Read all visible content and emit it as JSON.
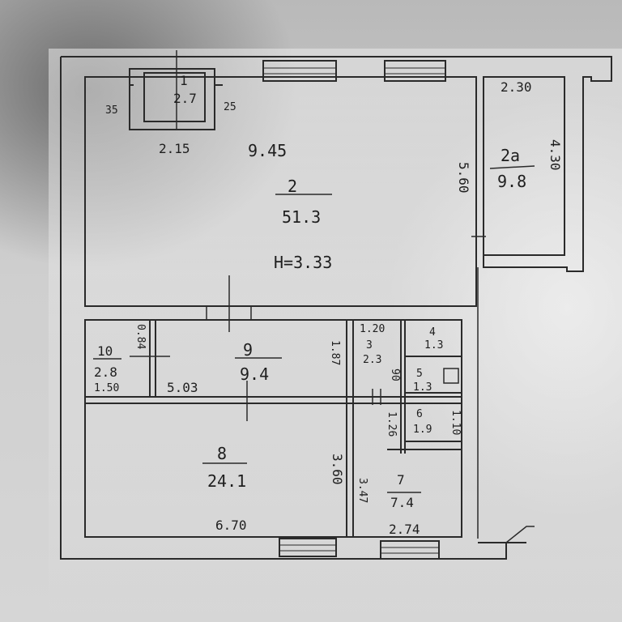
{
  "rooms": [
    {
      "id": "r1",
      "number": "1",
      "area": "2.7"
    },
    {
      "id": "r2",
      "number": "2",
      "area": "51.3"
    },
    {
      "id": "r2a",
      "number": "2a",
      "area": "9.8"
    },
    {
      "id": "r3",
      "number": "3",
      "area": "2.3"
    },
    {
      "id": "r4",
      "number": "4",
      "area": "1.3"
    },
    {
      "id": "r5",
      "number": "5",
      "area": "1.3"
    },
    {
      "id": "r6",
      "number": "6",
      "area": "1.9"
    },
    {
      "id": "r7",
      "number": "7",
      "area": "7.4"
    },
    {
      "id": "r8",
      "number": "8",
      "area": "24.1"
    },
    {
      "id": "r9",
      "number": "9",
      "area": "9.4"
    },
    {
      "id": "r10",
      "number": "10",
      "area": "2.8"
    }
  ],
  "ceiling_height": "H=3.33",
  "dimensions": {
    "d_945": "9.45",
    "d_215": "2.15",
    "d_35": "35",
    "d_25": "25",
    "d_560": "5.60",
    "d_230": "2.30",
    "d_430": "4.30",
    "d_150": "1.50",
    "d_503": "5.03",
    "d_120": "1.20",
    "d_084": "0.84",
    "d_187": "1.87",
    "d_90": "90",
    "d_126": "1.26",
    "d_110": "1.10",
    "d_360": "3.60",
    "d_347": "3.47",
    "d_670": "6.70",
    "d_274": "2.74"
  },
  "colors": {
    "line": "#2a2a2a",
    "paper": "#d4d4d4"
  }
}
